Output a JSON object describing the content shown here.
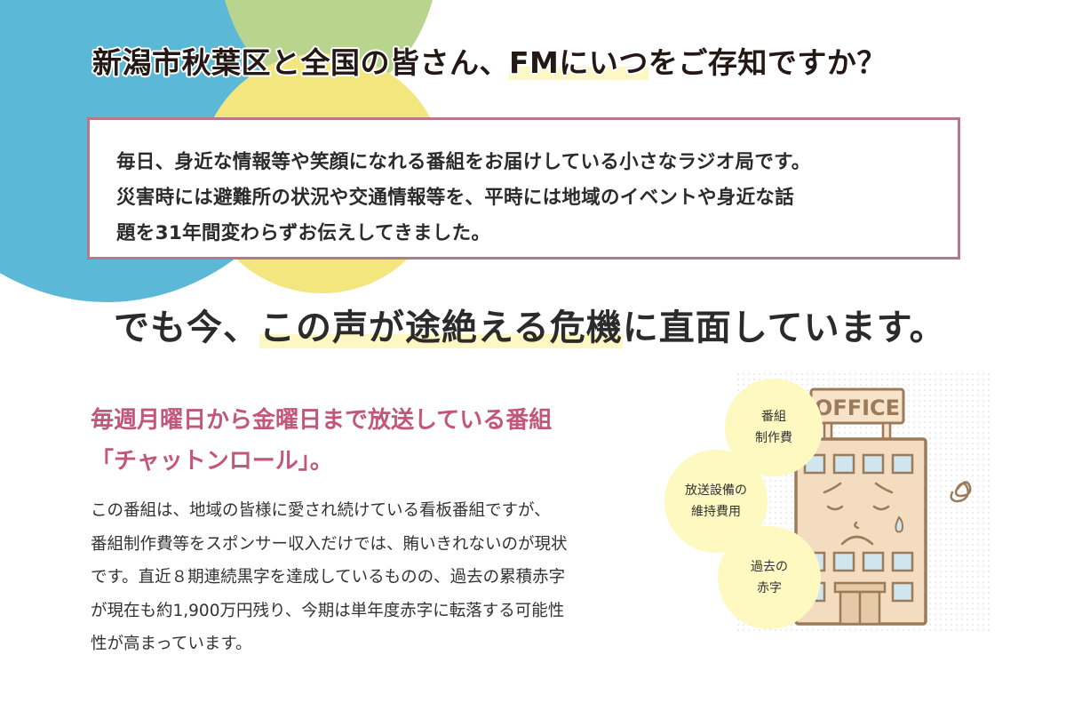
{
  "headline": {
    "before": "新潟市秋葉区と全国の皆さん、",
    "highlight": "FMにいつ",
    "after": "をご存知ですか？"
  },
  "intro": {
    "lines": [
      "毎日、身近な情報等や笑顔になれる番組をお届けしている小さなラジオ局です。",
      "災害時には避難所の状況や交通情報等を、平時には地域のイベントや身近な話",
      "題を31年間変わらずお伝えしてきました。"
    ]
  },
  "crisis": {
    "before": "でも今、",
    "highlight": "この声が途絶える危機",
    "after": "に直面しています。"
  },
  "program": {
    "title_lines": [
      "毎週月曜日から金曜日まで放送している番組",
      "「チャットンロール」。"
    ],
    "body_lines": [
      "この番組は、地域の皆様に愛され続けている看板番組ですが、",
      "番組制作費等をスポンサー収入だけでは、賄いきれないのが現状",
      "です。直近８期連続黒字を達成しているものの、過去の累積赤字",
      "が現在も約1,900万円残り、今期は単年度赤字に転落する可能性",
      "性が高まっています。"
    ]
  },
  "illustration": {
    "sign": "OFFICE",
    "bubbles": [
      {
        "line1": "番組",
        "line2": "制作費"
      },
      {
        "line1": "放送設備の",
        "line2": "維持費用"
      },
      {
        "line1": "過去の",
        "line2": "赤字"
      }
    ],
    "icons": [
      "office-building-icon",
      "sad-face-icon",
      "tear-drop-icon",
      "dizzy-swirl-icon"
    ]
  },
  "colors": {
    "blue": "#5bb8d7",
    "green": "#b9d48c",
    "yellow": "#f3e67f",
    "highlight": "#fdf7c3",
    "box_border": "#b5798c",
    "pink_title": "#c2577c",
    "bubble": "#fdf9c0",
    "building": "#f3dcc0",
    "building_stroke": "#9c7b5b"
  }
}
